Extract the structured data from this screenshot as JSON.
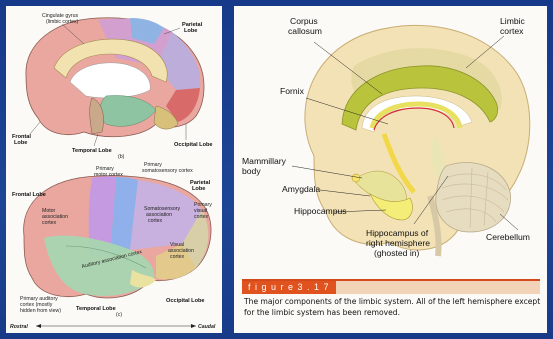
{
  "left_panel": {
    "top_diagram": {
      "labels": {
        "cingulate": "Cingulate gyrus\n(limbic cortex)",
        "parietal": "Parietal\nLobe",
        "frontal": "Frontal\nLobe",
        "temporal": "Temporal Lobe",
        "occipital": "Occipital Lobe",
        "panel": "(b)"
      }
    },
    "bottom_diagram": {
      "labels": {
        "primary_motor": "Primary\nmotor cortex",
        "primary_somato": "Primary\nsomatosensory cortex",
        "frontal": "Frontal Lobe",
        "parietal": "Parietal\nLobe",
        "motor_assoc": "Motor\nassociation\ncortex",
        "somato_assoc": "Somatosensory\nassociation\ncortex",
        "primary_visual": "Primary\nvisual\ncortex",
        "visual_assoc": "Visual\nassociation\ncortex",
        "auditory_assoc": "Auditory association cortex",
        "primary_auditory": "Primary auditory\ncortex (mostly\nhidden from view)",
        "temporal": "Temporal Lobe",
        "occipital": "Occipital Lobe",
        "panel": "(c)"
      }
    },
    "axis": {
      "rostral": "Rostral",
      "caudal": "Caudal"
    }
  },
  "right_panel": {
    "labels": {
      "corpus_callosum": "Corpus\ncallosum",
      "limbic_cortex": "Limbic\ncortex",
      "fornix": "Fornix",
      "mammillary": "Mammillary\nbody",
      "amygdala": "Amygdala",
      "hippocampus": "Hippocampus",
      "hippocampus_right": "Hippocampus of\nright hemisphere\n(ghosted in)",
      "cerebellum": "Cerebellum"
    },
    "figure_label": "f i g u r e   3 . 1 7",
    "caption": "The major components of the limbic system. All of the left hemisphere except for the limbic system has been removed."
  },
  "colors": {
    "background": "#1a3f8c",
    "figure_accent": "#e0521e",
    "limbic_green": "#b8c23a",
    "brain_tan": "#efd9a8"
  }
}
